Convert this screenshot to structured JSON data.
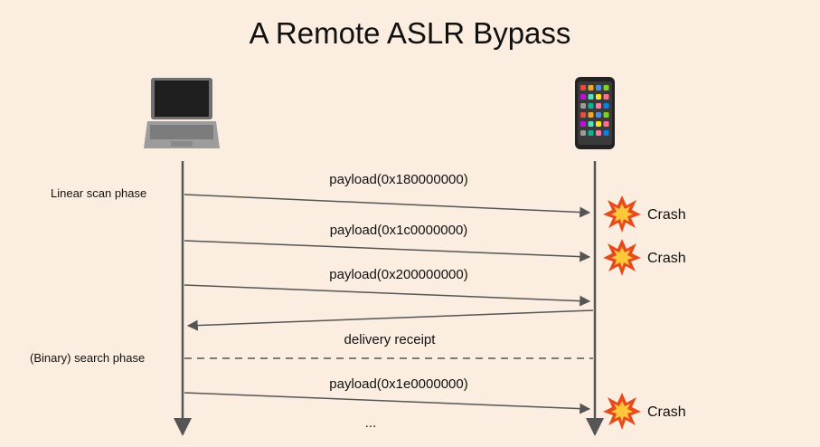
{
  "title": "A Remote ASLR Bypass",
  "actors": {
    "left": {
      "icon": "laptop-icon"
    },
    "right": {
      "icon": "phone-icon"
    }
  },
  "phases": {
    "linear": "Linear scan phase",
    "binary": "(Binary) search phase"
  },
  "messages": [
    {
      "label": "payload(0x180000000)",
      "result": "Crash"
    },
    {
      "label": "payload(0x1c0000000)",
      "result": "Crash"
    },
    {
      "label": "payload(0x200000000)",
      "result": ""
    },
    {
      "label": "delivery receipt",
      "result": ""
    },
    {
      "label": "payload(0x1e0000000)",
      "result": "Crash"
    }
  ],
  "ellipsis": "...",
  "colors": {
    "background": "#fbeee1",
    "line": "#555555",
    "crash_outer": "#e84a1c",
    "crash_inner": "#ffc83a"
  }
}
